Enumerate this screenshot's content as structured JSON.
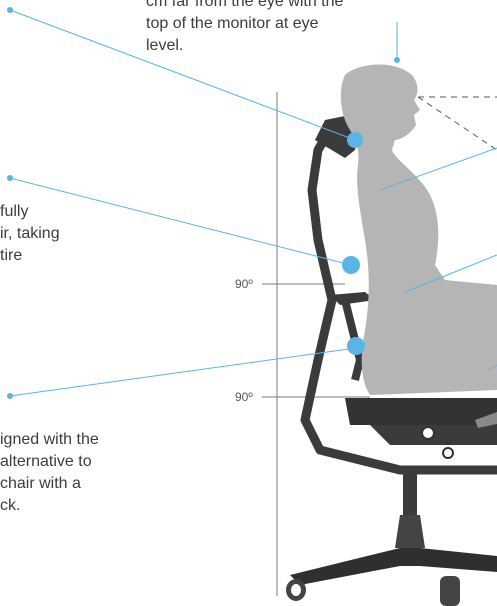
{
  "annotations": {
    "monitor": [
      "cm far from the eye with the",
      "top of the monitor at eye",
      "level."
    ],
    "backrest": [
      "fully",
      "ir, taking",
      "tire"
    ],
    "lumbar": [
      "igned with the",
      "alternative to",
      "chair with a",
      "ck."
    ]
  },
  "angles": {
    "upper": "90º",
    "lower": "90º"
  },
  "colors": {
    "accent": "#5ab4e6",
    "figure": "#b5b5b5",
    "chair": "#3b3b3b",
    "leader": "#5ab4e6"
  }
}
